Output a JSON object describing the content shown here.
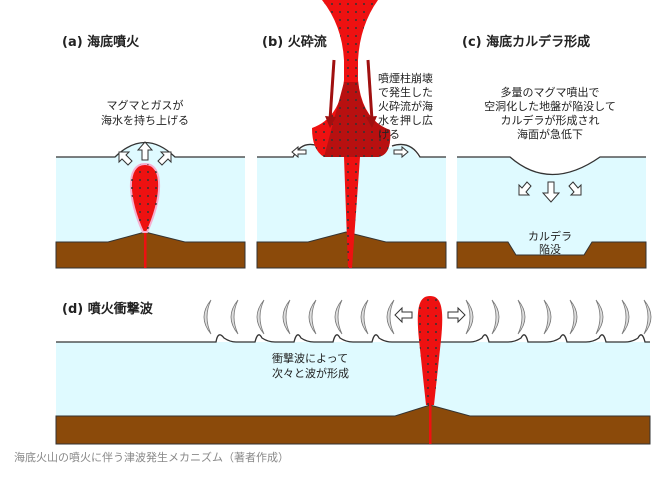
{
  "colors": {
    "water": "#dffaff",
    "seabed": "#8b4a0a",
    "magma": "#ee1111",
    "magma_dark": "#c01010"
  },
  "panels": {
    "a": {
      "title": "(a) 海底噴火",
      "lines": [
        "マグマとガスが",
        "海水を持ち上げる"
      ]
    },
    "b": {
      "title": "(b) 火砕流",
      "lines": [
        "噴煙柱崩壊",
        "で発生した",
        "火砕流が海",
        "水を押し広",
        "げる"
      ]
    },
    "c": {
      "title": "(c) 海底カルデラ形成",
      "lines": [
        "多量のマグマ噴出で",
        "空洞化した地盤が陥没して",
        "カルデラが形成され",
        "海面が急低下"
      ],
      "pit_lines": [
        "カルデラ",
        "陥没"
      ]
    },
    "d": {
      "title": "(d) 噴火衝撃波",
      "lines": [
        "衝撃波によって",
        "次々と波が形成"
      ]
    }
  },
  "caption": "海底火山の噴火に伴う津波発生メカニズム（著者作成）"
}
